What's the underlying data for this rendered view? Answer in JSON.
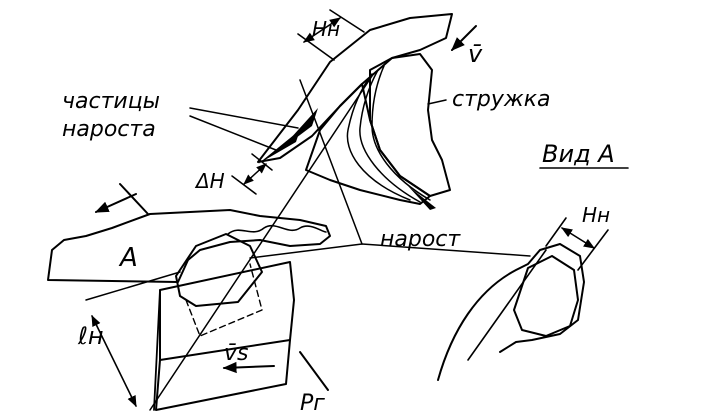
{
  "labels": {
    "particles_line1": "частицы",
    "particles_line2": "нароста",
    "chip": "стружка",
    "view_a": "Вид А",
    "built_up_edge": "нарост",
    "delta_h": "ΔH",
    "h_n_top": "Hн",
    "h_n_right": "Hн",
    "view_letter": "A",
    "l_n": "ℓн",
    "v_top": "v̄",
    "v_s": "v̄s",
    "p_g": "Pг"
  },
  "colors": {
    "ink": "#000000",
    "paper": "#ffffff"
  }
}
